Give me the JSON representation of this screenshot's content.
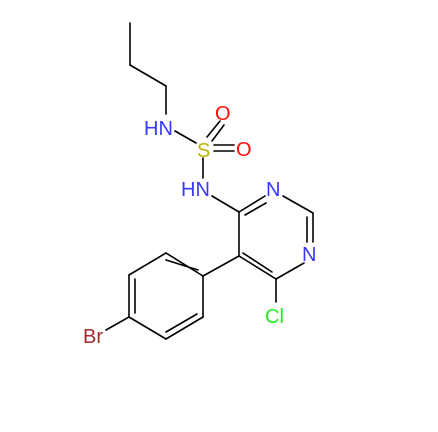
{
  "colors": {
    "carbon": "#000000",
    "nitrogen": "#3838ff",
    "oxygen": "#ff0d0d",
    "sulfur": "#b8b800",
    "chlorine": "#1ff01f",
    "bromine": "#a62929"
  },
  "atoms": {
    "nh_top": "HN",
    "s": "S",
    "o_top": "O",
    "o_right": "O",
    "nh_mid": "HN",
    "n1": "N",
    "n3": "N",
    "cl": "Cl",
    "br": "Br"
  }
}
